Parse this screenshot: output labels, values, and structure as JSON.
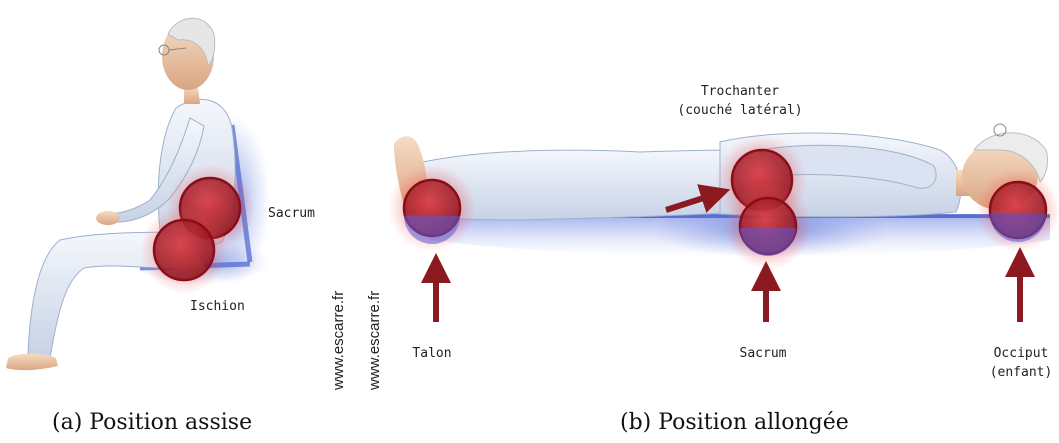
{
  "panel_a": {
    "caption": "(a) Position assise",
    "labels": {
      "sacrum": "Sacrum",
      "ischion": "Ischion"
    },
    "watermark": "www.escarre.fr"
  },
  "panel_b": {
    "caption": "(b) Position allongée",
    "labels": {
      "trochanter_line1": "Trochanter",
      "trochanter_line2": "(couché latéral)",
      "talon": "Talon",
      "sacrum": "Sacrum",
      "occiput_line1": "Occiput",
      "occiput_line2": "(enfant)"
    },
    "watermark": "www.escarre.fr"
  },
  "colors": {
    "pressure_red": "#c8102e",
    "support_blue": "#3a56c8",
    "garment": "#e6ecf7",
    "skin": "#f0cfb0"
  }
}
